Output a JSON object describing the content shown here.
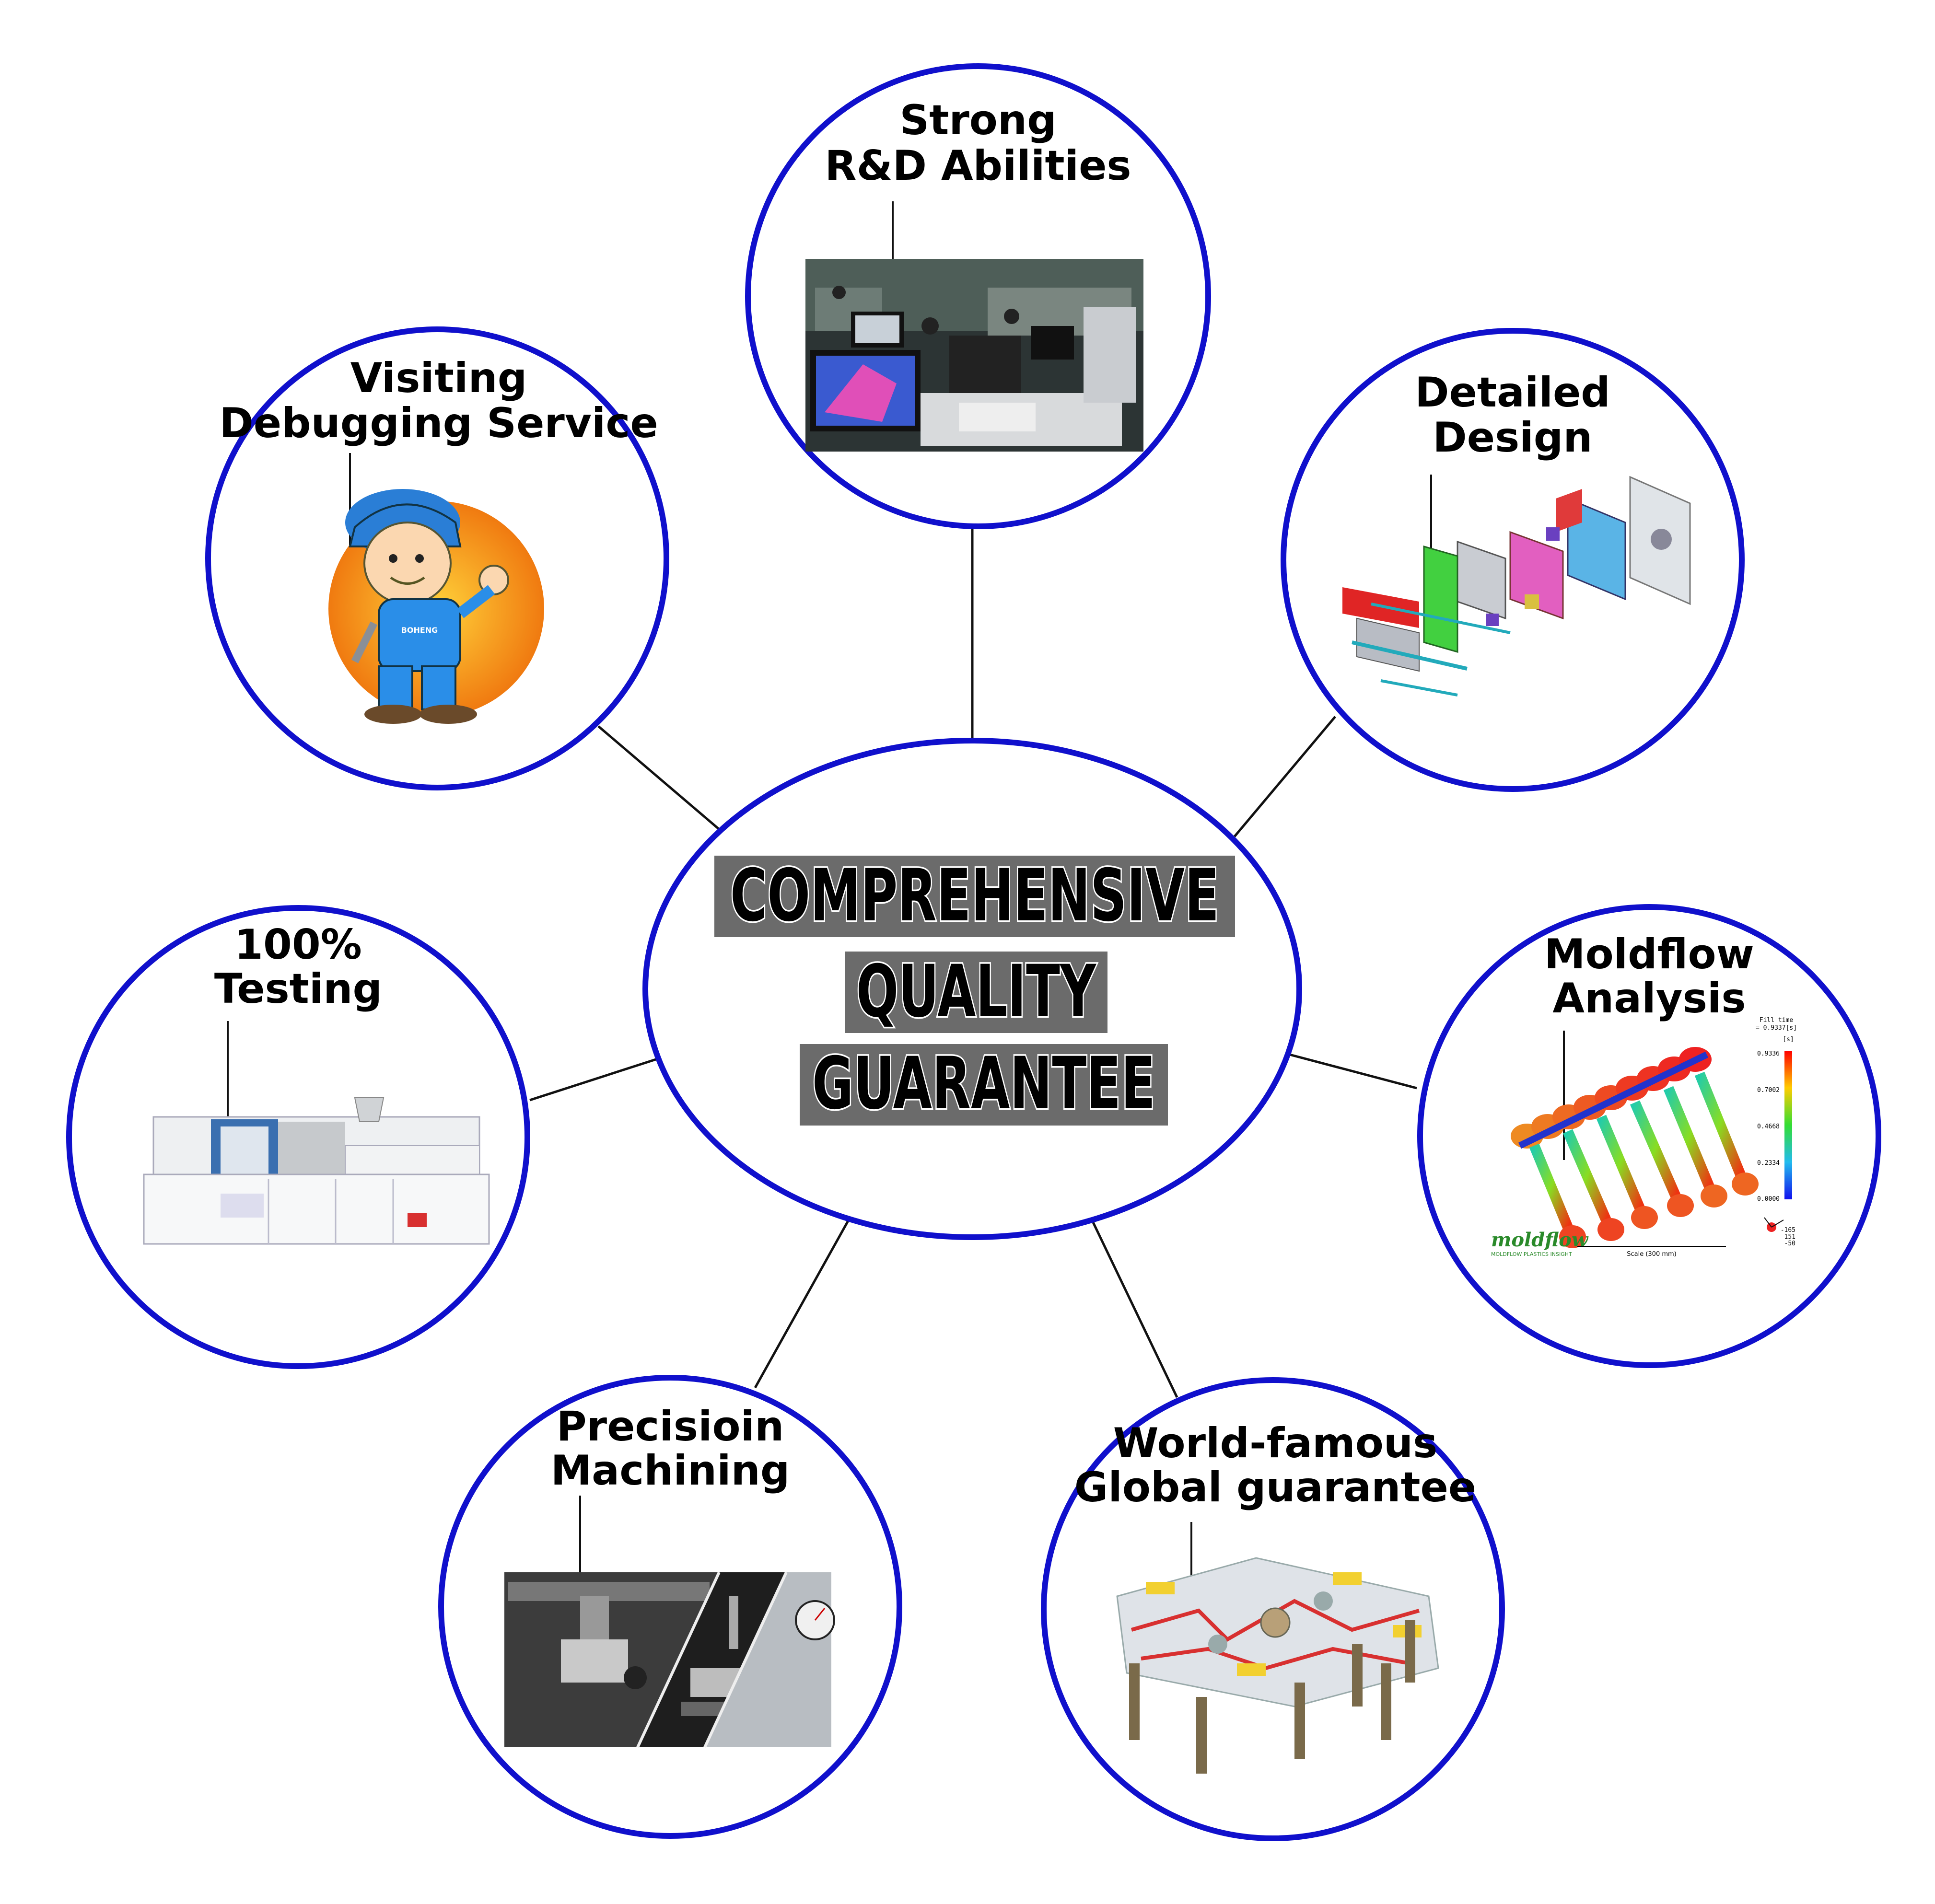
{
  "center": {
    "lines": [
      "COMPREHENSIVE",
      "QUALITY",
      "GUARANTEE"
    ]
  },
  "nodes": [
    {
      "id": "rd",
      "title_lines": [
        "Strong",
        "R&D Abilities"
      ],
      "image": "office-workstations-photo"
    },
    {
      "id": "design",
      "title_lines": [
        "Detailed",
        "Design"
      ],
      "image": "mold-assembly-cad-render"
    },
    {
      "id": "moldflow",
      "title_lines": [
        "Moldflow",
        "Analysis"
      ],
      "image": "moldflow-fill-time-result",
      "image_text": {
        "legend_title": "Fill time",
        "legend_value": "= 0.9337[s]",
        "legend_unit": "[s]",
        "legend_ticks": [
          "0.9336",
          "0.7002",
          "0.4668",
          "0.2334",
          "0.0000"
        ],
        "logo": "moldflow",
        "logo_sub": "MOLDFLOW PLASTICS INSIGHT",
        "scale": "Scale (300 mm)",
        "axes": [
          "-165",
          "151",
          "-50"
        ]
      }
    },
    {
      "id": "global",
      "title_lines": [
        "World-famous",
        "Global guarantee"
      ],
      "image": "hot-runner-manifold-render"
    },
    {
      "id": "machining",
      "title_lines": [
        "Precisioin",
        "Machining"
      ],
      "image": "cnc-machining-collage"
    },
    {
      "id": "testing",
      "title_lines": [
        "100%",
        "Testing"
      ],
      "image": "injection-molding-machine"
    },
    {
      "id": "visiting",
      "title_lines": [
        "Visiting",
        "Debugging Service"
      ],
      "image": "mechanic-cartoon-mascot",
      "image_text": {
        "shirt_text": "BOHENG"
      }
    }
  ],
  "colors": {
    "circle_stroke": "#1010cc",
    "connector": "#111111",
    "center_label_bg": "#6b6b6b",
    "text": "#000000"
  }
}
